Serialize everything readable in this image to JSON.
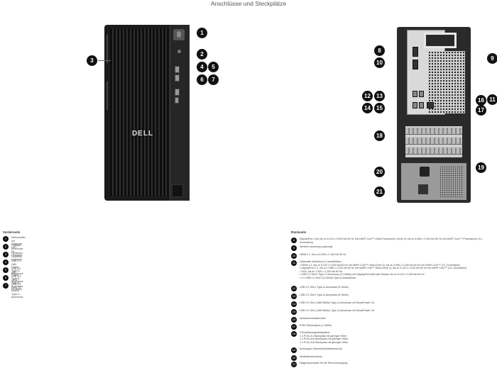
{
  "title": "Anschlüsse und Steckplätze",
  "front": {
    "brand_logo": "DELL",
    "heading": "Vorderseite",
    "items": [
      {
        "num": "1",
        "text": "Netzschalter mit Diagnose-LED"
      },
      {
        "num": "2",
        "text": "Globaler Anschluss für Headsets"
      },
      {
        "num": "3",
        "text": "Optisches Laufwerk (optional)"
      },
      {
        "num": "4",
        "text": "USB 2.0 (480 Gbit/s) Type-A-Anschluss"
      },
      {
        "num": "5",
        "text": "USB 2.0 (480 Gbit/s) Type-A-Anschluss"
      },
      {
        "num": "6",
        "text": "USB 3.2 Gen1 Type-A-Anschluss (5 Gbit/s)"
      },
      {
        "num": "7",
        "text": "USB 3.2 Gen1 (5 Gbit/s) Type-C-Anschluss"
      }
    ]
  },
  "rear": {
    "heading": "Rückseite",
    "items": [
      {
        "num": "8",
        "text": "DisplayPort 1.4a, bis zu 5.120 x 3.200 bei 60 Hz mit Intel® Core™ Ultra-Prozessoren (Serie 2); bis zu 4.096 x 2.304 bei 60 Hz mit Intel® Core™-Prozessoren (14. Generation)"
      },
      {
        "num": "9",
        "text": "Serieller Anschluss (optional)"
      },
      {
        "num": "10",
        "text": "HDMI 2.1, bis zu 4.096 x 2.160 bei 60 Hz"
      },
      {
        "num": "11",
        "text": "Optionaler Anschluss (1 auswählbar):\n• HDMI 2.1, bis zu 5.120 x 3.200 bei 60 Hz mit Intel® Core™ Ultra (Serie 2); bis zu 4.096 x 2.160 bei 60 Hz mit Intel® Core™ (14. Generation)\n• DisplayPort 2.1, bis zu 7.680 x 4.320 bei 60 Hz mit Intel® Core™ Ultra (Serie 2); bis zu 5.120 x 3.200 bei 60 Hz mit Intel® Core™ (14. Generation)\n• VGA, bis zu 1.920 x 1.200 bei 60 Hz\n• USB 3.2 Gen2 Type-C-Anschluss (10 Gbit/s) mit DisplayPort Alternate Modus, bis zu 5.120 x 3.200 bei 60 Hz\n• 2 x USB 3.2 Gen1 (5 Gbit/s) Type-A-Anschlüsse"
      },
      {
        "num": "12",
        "text": "USB 3.2 Gen1 Type-A-Anschluss (5 Gbit/s)"
      },
      {
        "num": "13",
        "text": "USB 3.2 Gen1 Type-A-Anschluss (5 Gbit/s)"
      },
      {
        "num": "14",
        "text": "USB 2.0 Gen1 (480 Mbit/s) Type-A-Anschluss mit SmartPower On"
      },
      {
        "num": "15",
        "text": "USB 2.0 Gen1 (480 Mbit/s) Type-A-Anschluss mit SmartPower On"
      },
      {
        "num": "16",
        "text": "Audioanschlussbuchse"
      },
      {
        "num": "17",
        "text": "RJ45-Ethernetport (1 Gbit/s)"
      },
      {
        "num": "18",
        "text": "3 Erweiterungssteckplätze:\n1 x PCIe-x1-Steckplatz mit geringer Höhe\n1 x PCIe-x16-Steckplatz mit geringer Höhe\n1 x PCIe-x16-Steckplatz mit geringer Höhe"
      },
      {
        "num": "19",
        "text": "Kensington-Sicherheitskabeleinschub"
      },
      {
        "num": "20",
        "text": "Netzkabelanschluss"
      },
      {
        "num": "21",
        "text": "Diagnoseschalter für die Stromversorgung"
      }
    ]
  }
}
